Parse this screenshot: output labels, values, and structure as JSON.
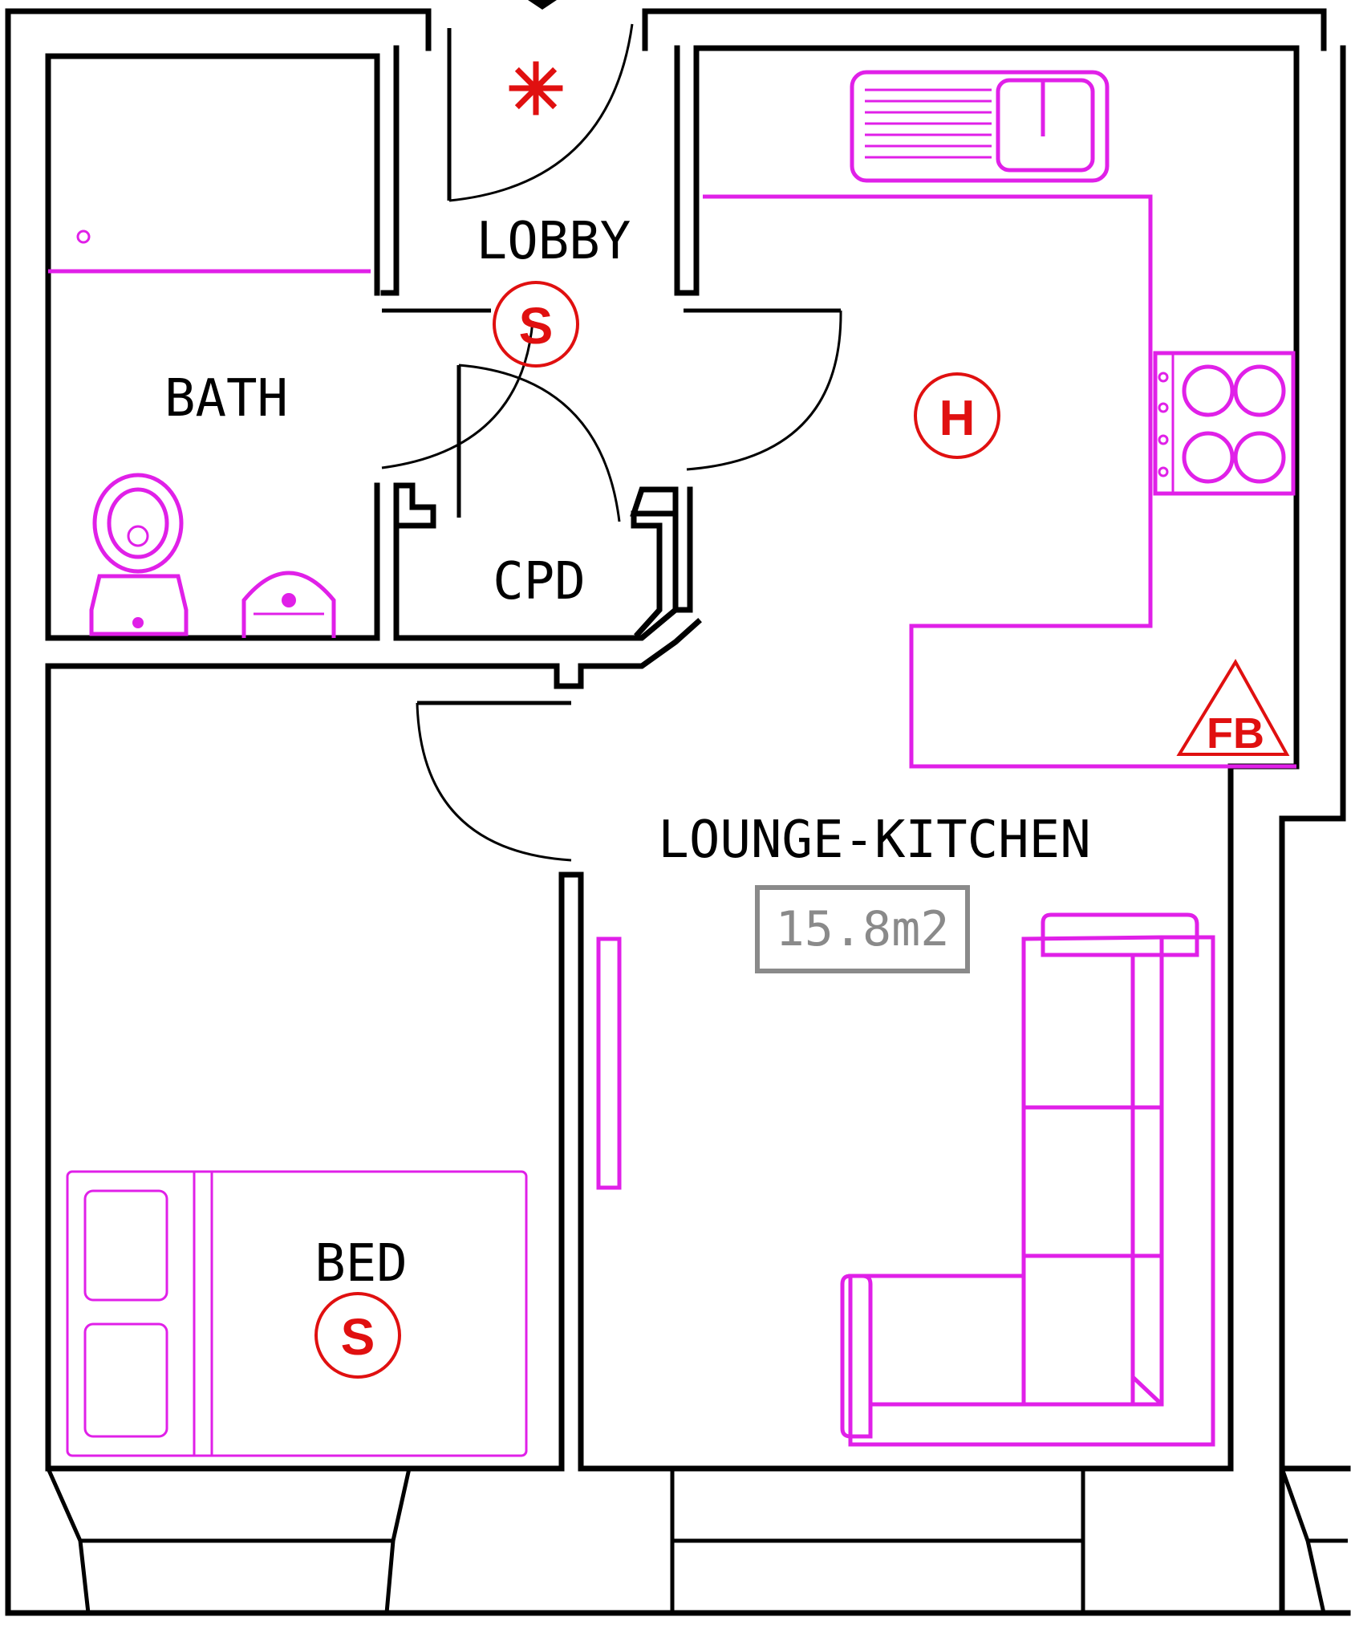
{
  "rooms": {
    "lobby": "LOBBY",
    "bath": "BATH",
    "cpd": "CPD",
    "lounge_kitchen": "LOUNGE-KITCHEN",
    "bed": "BED"
  },
  "area_label": "15.8m2",
  "symbols": {
    "lobby_smoke": "S",
    "bed_smoke": "S",
    "heat_detector": "H",
    "fire_blanket": "FB",
    "entrance_marker": "✳"
  },
  "colors": {
    "walls": "#000000",
    "fittings": "#e020e8",
    "safety_symbols": "#e01010",
    "area_box": "#8a8a8a"
  }
}
